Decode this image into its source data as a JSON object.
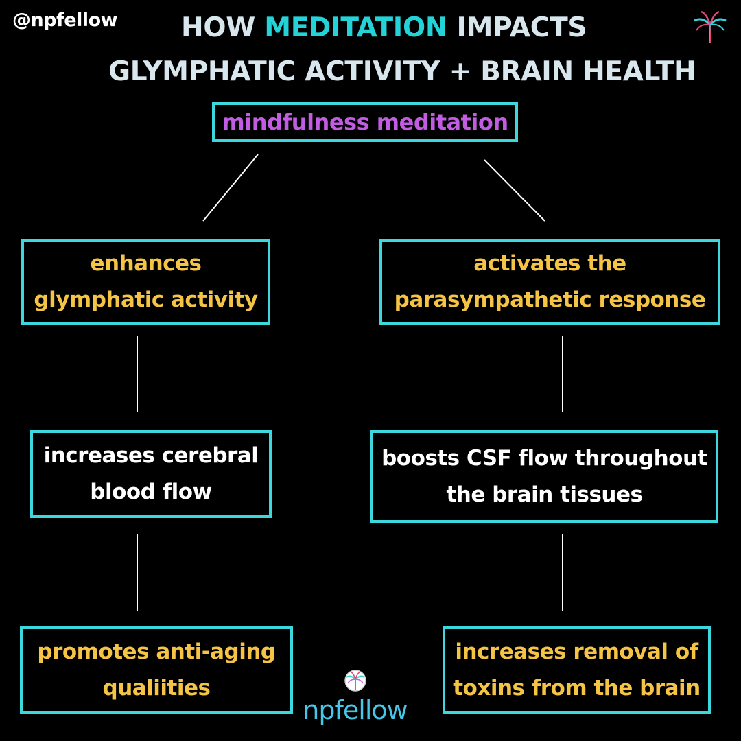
{
  "handle": "@npfellow",
  "title": {
    "line1_pre": "HOW ",
    "line1_accent": "MEDITATION",
    "line1_post": " IMPACTS",
    "line2": "GLYMPHATIC ACTIVITY + BRAIN HEALTH"
  },
  "colors": {
    "background": "#000000",
    "box_border": "#3cd8dd",
    "title_text": "#d8e6ee",
    "accent": "#24d3d8",
    "root_text": "#c25ce2",
    "yellow_text": "#f6c445",
    "white_text": "#ffffff",
    "logo_text": "#46c6e8"
  },
  "diagram": {
    "root": "mindfulness meditation",
    "left": {
      "level1": [
        "enhances",
        "glymphatic activity"
      ],
      "level2": [
        "increases cerebral",
        "blood flow"
      ],
      "level3": [
        "promotes anti-aging",
        "qualiities"
      ]
    },
    "right": {
      "level1": [
        "activates the",
        "parasympathetic response"
      ],
      "level2": [
        "boosts CSF flow throughout",
        "the brain tissues"
      ],
      "level3": [
        "increases removal of",
        "toxins from the brain"
      ]
    }
  },
  "icons": {
    "top_right": "palm-tree-icon",
    "logo": "palm-tree-circle-icon"
  },
  "logo_text": "npfellow"
}
